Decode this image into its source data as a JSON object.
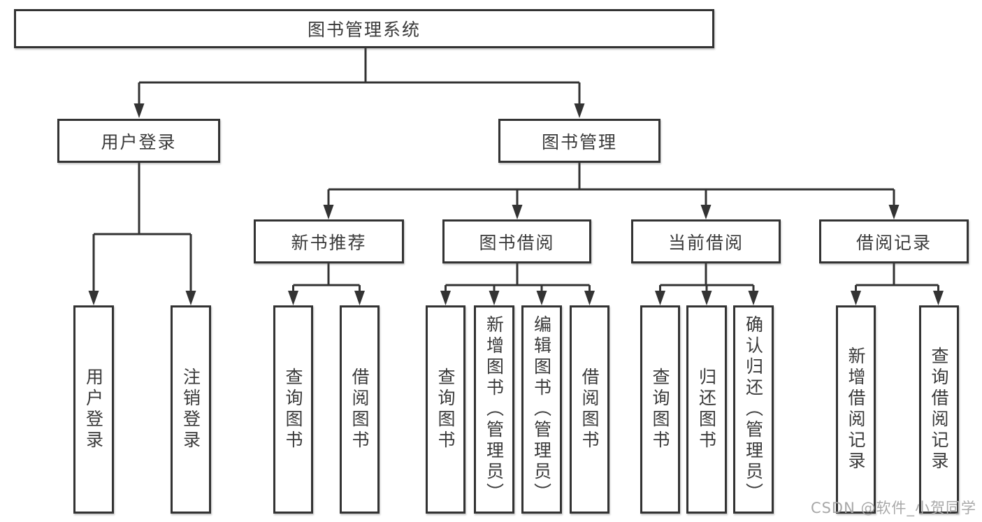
{
  "watermark": "CSDN @软件_小贺同学",
  "colors": {
    "line": "#333333",
    "text": "#3a3a3a",
    "box_background": "#ffffff",
    "watermark": "#a8a8a8"
  },
  "tree": {
    "label": "图书管理系统",
    "children": [
      {
        "label": "用户登录",
        "children": [
          {
            "label": "用户登录"
          },
          {
            "label": "注销登录"
          }
        ]
      },
      {
        "label": "图书管理",
        "children": [
          {
            "label": "新书推荐",
            "children": [
              {
                "label": "查询图书"
              },
              {
                "label": "借阅图书"
              }
            ]
          },
          {
            "label": "图书借阅",
            "children": [
              {
                "label": "查询图书"
              },
              {
                "label": "新增图书（管理员）"
              },
              {
                "label": "编辑图书（管理员）"
              },
              {
                "label": "借阅图书"
              }
            ]
          },
          {
            "label": "当前借阅",
            "children": [
              {
                "label": "查询图书"
              },
              {
                "label": "归还图书"
              },
              {
                "label": "确认归还（管理员）"
              }
            ]
          },
          {
            "label": "借阅记录",
            "children": [
              {
                "label": "新增借阅记录"
              },
              {
                "label": "查询借阅记录"
              }
            ]
          }
        ]
      }
    ]
  }
}
